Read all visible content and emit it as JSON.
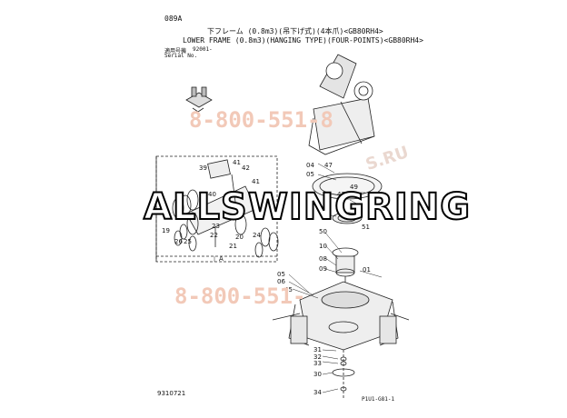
{
  "header": {
    "code": "089A",
    "title_jp": "下フレーム (0.8m3)(吊下げ式)(4本爪)<GB80RH4>",
    "title_en": "LOWER FRAME (0.8m3)(HANGING TYPE)(FOUR-POINTS)<GB80RH4>",
    "applicable_label": "適用号機",
    "applicable_value": "92001-",
    "serial_label": "Serial No."
  },
  "watermarks": {
    "brand": "ALLSWINGRING",
    "phone_top": "8-800-551-8",
    "phone_bottom": "8-800-551-",
    "url_fragment": "S.RU"
  },
  "callouts_left": [
    "39",
    "41",
    "42",
    "41",
    "40",
    "36",
    "23",
    "19",
    "26",
    "25",
    "22",
    "21",
    "20",
    "24",
    "A"
  ],
  "callouts_center": [
    "04",
    "05",
    "47",
    "49",
    "47",
    "51",
    "50",
    "10",
    "08",
    "09",
    "01",
    "05",
    "06",
    "45",
    "31",
    "32",
    "33",
    "30",
    "34"
  ],
  "footer": {
    "left_code": "9310721",
    "right_code": "P1U1-G81-1"
  },
  "colors": {
    "line": "#222222",
    "watermark_phone": "#f2c9b8",
    "watermark_faint": "#ead8d0"
  }
}
